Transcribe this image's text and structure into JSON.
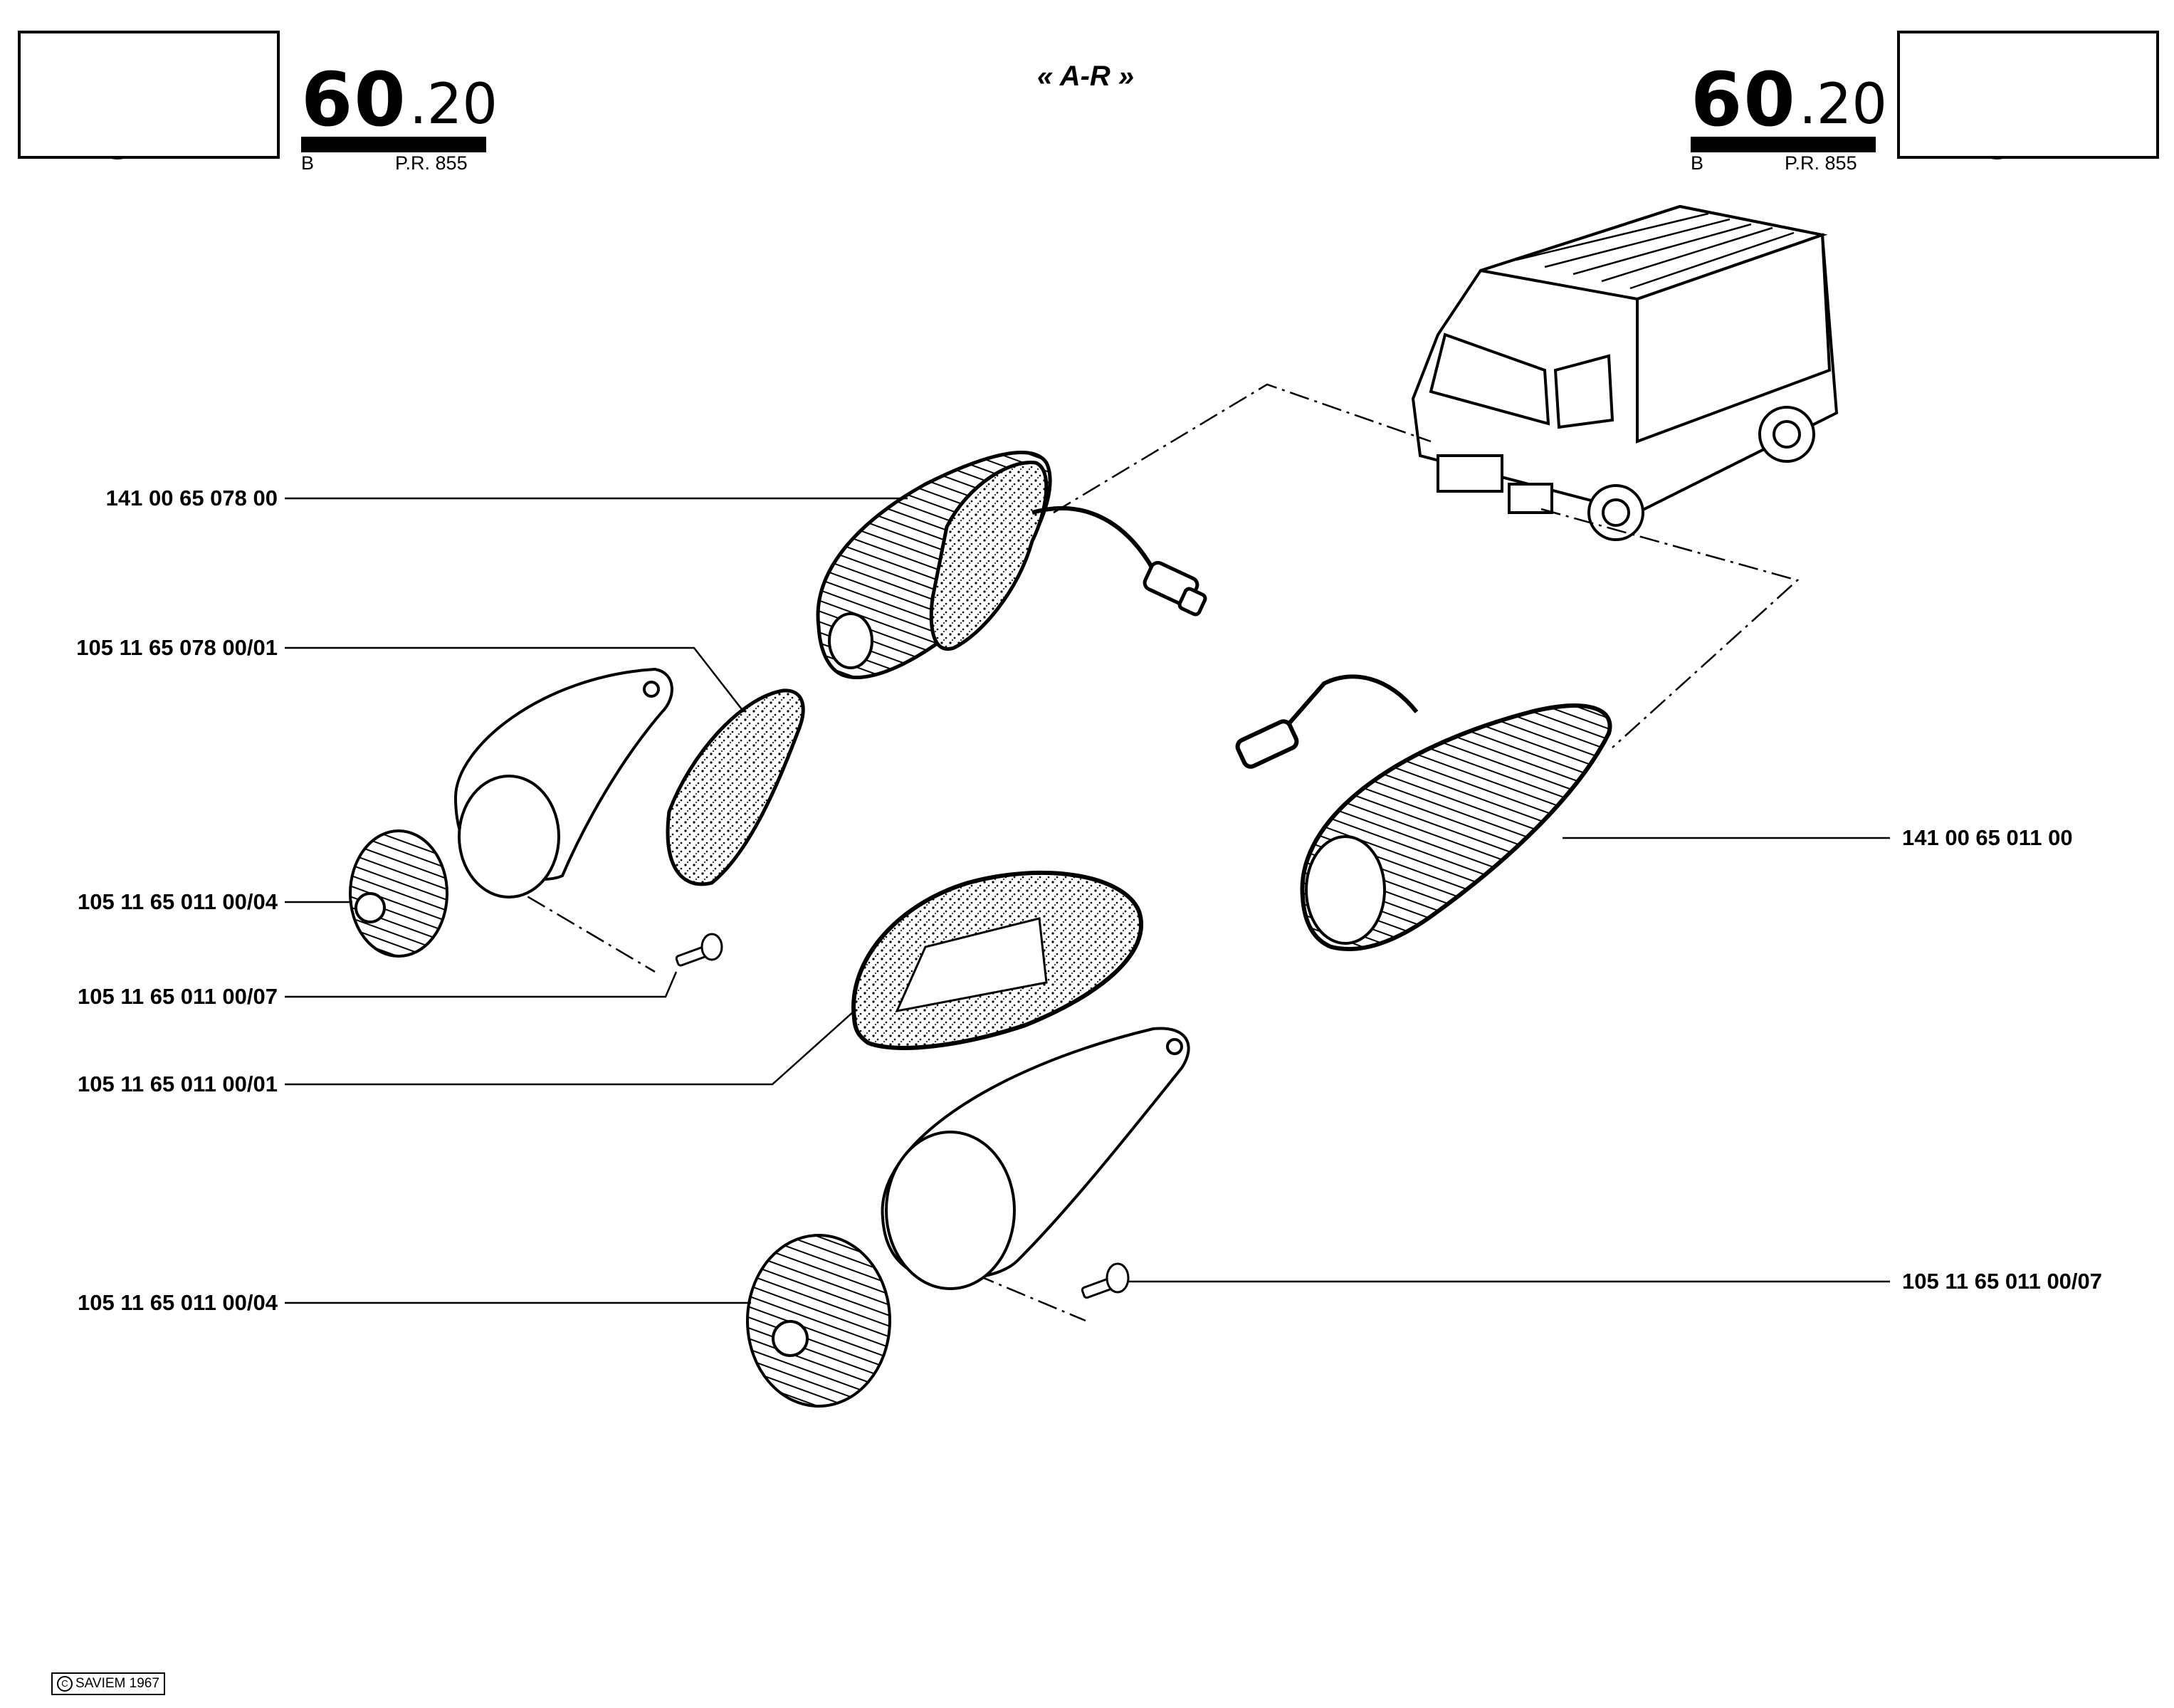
{
  "header": {
    "left": {
      "code_main": "60",
      "code_sub": ".20",
      "variant": "B",
      "ref": "P.R. 855"
    },
    "right": {
      "code_main": "60",
      "code_sub": ".20",
      "variant": "B",
      "ref": "P.R. 855"
    },
    "view_title": "« A-R »"
  },
  "parts": [
    {
      "label": "141 00 65 078 00"
    },
    {
      "label": "105 11 65 078 00/01"
    },
    {
      "label": "105 11 65 011 00/04"
    },
    {
      "label": "105 11 65 011 00/07"
    },
    {
      "label": "105 11 65 011 00/01"
    },
    {
      "label": "105 11 65 011 00/04"
    },
    {
      "label": "141 00 65 011 00"
    },
    {
      "label": "105 11 65 011 00/07"
    }
  ],
  "footer": {
    "copyright": "SAVIEM 1967"
  }
}
